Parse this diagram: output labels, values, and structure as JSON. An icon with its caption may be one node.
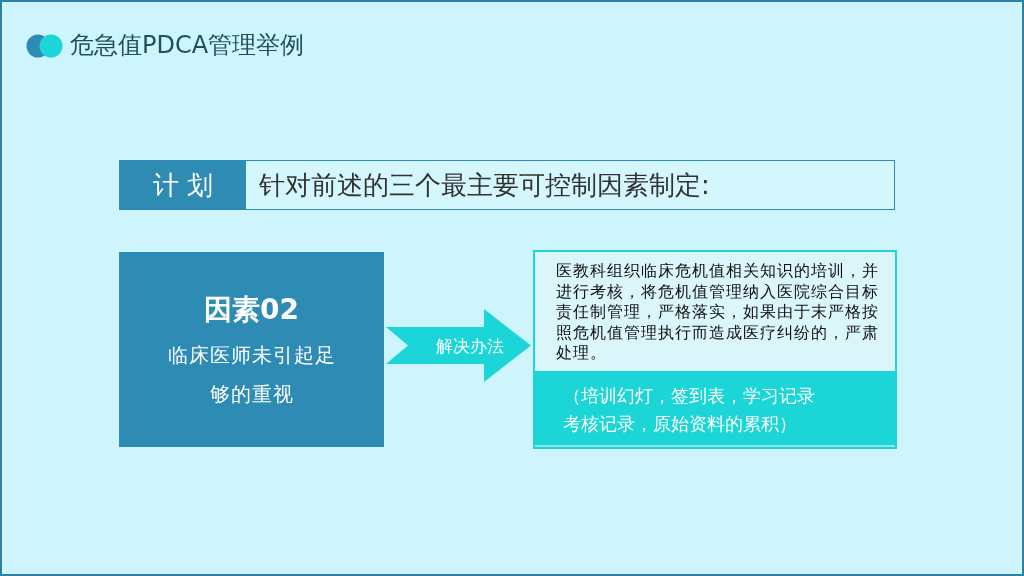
{
  "diagram": {
    "title": "危急值PDCA管理举例",
    "nodes": [
      {
        "text": [
          "计 划",
          "针对前述的三个最主要可控制因素制定:"
        ]
      },
      {
        "text": [
          "因素02",
          "临床医师未引起足够的重视"
        ]
      },
      {
        "text": [
          "医教科组织临床危机值相关知识的培训，并进行考核，将危机值管理纳入医院综合目标责任制管理，严格落实，如果由于末严格按照危机值管理执行而造成医疗纠纷的，严肃处理。"
        ]
      },
      {
        "text": [
          "（培训幻灯，签到表，学习记录考核记录，原始资料的累积）"
        ],
        "in": 2
      }
    ],
    "edges": [
      {
        "from": 1,
        "to": 2,
        "arrow": "to",
        "label": "解决办法"
      }
    ]
  }
}
